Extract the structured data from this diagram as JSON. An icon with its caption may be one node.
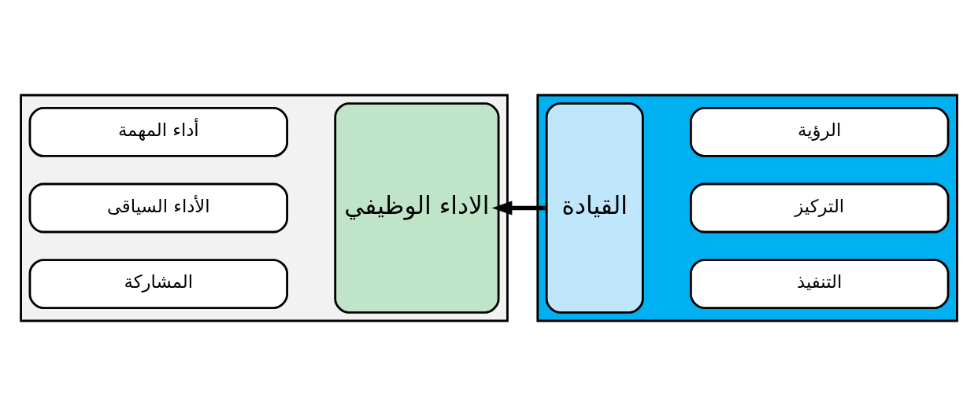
{
  "diagram": {
    "nodes": [
      {
        "text": [],
        "shape": "box"
      },
      {
        "text": [
          "القيادة"
        ],
        "in": 0
      },
      {
        "text": [
          "الرؤية"
        ],
        "in": 0
      },
      {
        "text": [
          "التركيز"
        ],
        "in": 0
      },
      {
        "text": [
          "التنفيذ"
        ],
        "in": 0
      },
      {
        "text": [],
        "shape": "box"
      },
      {
        "text": [
          "الاداء الوظيفي"
        ],
        "in": 5
      },
      {
        "text": [
          "أداء المهمة"
        ],
        "in": 5
      },
      {
        "text": [
          "الأداء السياقى"
        ],
        "in": 5
      },
      {
        "text": [
          "المشاركة"
        ],
        "in": 5
      }
    ],
    "edges": [
      {
        "from": 1,
        "to": 6,
        "arrow": "to"
      }
    ]
  }
}
